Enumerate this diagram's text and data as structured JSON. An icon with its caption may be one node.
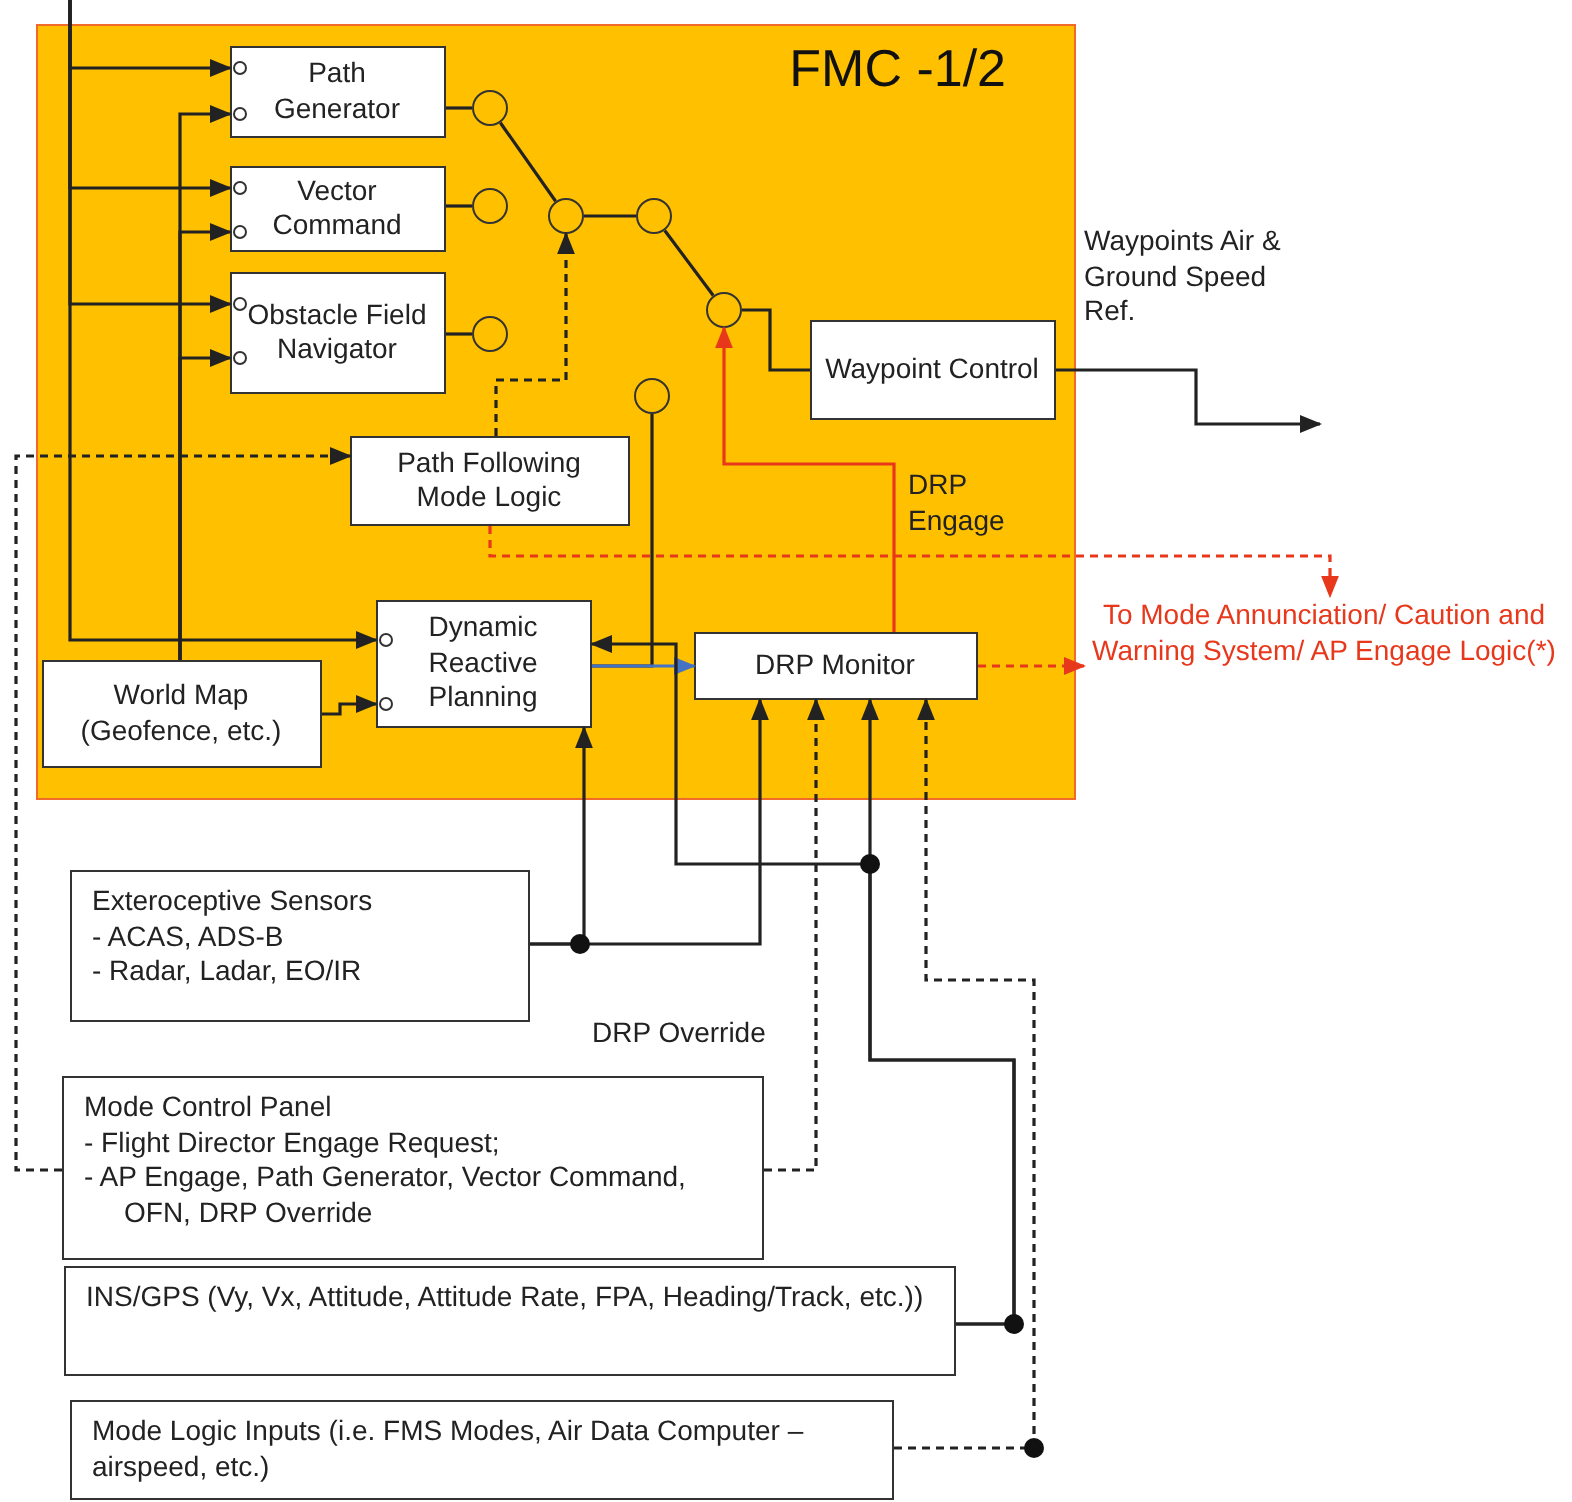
{
  "diagram": {
    "nodes": [
      {
        "text": [
          "FMC -1/2"
        ]
      },
      {
        "text": [
          "Path Generator"
        ],
        "in": 0
      },
      {
        "text": [
          "Vector Command"
        ],
        "in": 0
      },
      {
        "text": [
          "Obstacle Field Navigator"
        ],
        "in": 0
      },
      {
        "text": [
          "Path Following Mode Logic"
        ],
        "in": 0
      },
      {
        "text": [
          "Dynamic Reactive Planning"
        ],
        "in": 0
      },
      {
        "text": [
          "DRP Monitor"
        ],
        "in": 0
      },
      {
        "text": [
          "World Map (Geofence, etc.)"
        ],
        "in": 0
      },
      {
        "text": [
          "Waypoint Control"
        ],
        "in": 0
      },
      {
        "text": [],
        "shape": "circle",
        "in": 0
      },
      {
        "text": [],
        "shape": "circle",
        "in": 0
      },
      {
        "text": [],
        "shape": "circle",
        "in": 0
      },
      {
        "text": [],
        "shape": "circle",
        "in": 0
      },
      {
        "text": [],
        "shape": "circle",
        "in": 0
      },
      {
        "text": [],
        "shape": "circle",
        "in": 0
      },
      {
        "text": [],
        "shape": "circle",
        "in": 0
      },
      {
        "text": [
          "Exteroceptive Sensors",
          "- ACAS, ADS-B",
          "- Radar, Ladar, EO/IR"
        ]
      },
      {
        "text": [
          "Mode Control Panel",
          "- Flight Director Engage Request;",
          "- AP Engage, Path Generator, Vector Command, OFN, DRP Override"
        ]
      },
      {
        "text": [
          "INS/GPS (Vy, Vx, Attitude, Attitude Rate, FPA, Heading/Track, etc.))"
        ]
      },
      {
        "text": [
          "Mode Logic Inputs (i.e. FMS Modes, Air Data Computer – airspeed, etc.)"
        ]
      },
      {
        "text": [
          "To Mode Annunciation/ Caution and Warning System/ AP Engage Logic(*)"
        ]
      }
    ],
    "edges": [
      {
        "from": null,
        "to": 1,
        "arrow": "to"
      },
      {
        "from": null,
        "to": 2,
        "arrow": "to"
      },
      {
        "from": null,
        "to": 3,
        "arrow": "to"
      },
      {
        "from": null,
        "to": 5,
        "arrow": "to"
      },
      {
        "from": 7,
        "to": 1,
        "arrow": "to"
      },
      {
        "from": 7,
        "to": 2,
        "arrow": "to"
      },
      {
        "from": 7,
        "to": 3,
        "arrow": "to"
      },
      {
        "from": 7,
        "to": 5,
        "arrow": "to"
      },
      {
        "from": 17,
        "to": 4,
        "arrow": "to",
        "style": "dashed"
      },
      {
        "from": 4,
        "to": 12,
        "arrow": "to",
        "style": "dashed"
      },
      {
        "from": 1,
        "to": 9,
        "arrow": "none"
      },
      {
        "from": 2,
        "to": 10,
        "arrow": "none"
      },
      {
        "from": 3,
        "to": 11,
        "arrow": "none"
      },
      {
        "from": 9,
        "to": 12,
        "arrow": "none"
      },
      {
        "from": 12,
        "to": 13,
        "arrow": "none"
      },
      {
        "from": 13,
        "to": 14,
        "arrow": "none"
      },
      {
        "from": 14,
        "to": 8,
        "arrow": "none"
      },
      {
        "from": 6,
        "to": 14,
        "arrow": "to",
        "label": "DRP Engage",
        "color": "#e8381c"
      },
      {
        "from": 5,
        "to": 15,
        "arrow": "none"
      },
      {
        "from": 5,
        "to": 6,
        "arrow": "to",
        "color": "#4472c4"
      },
      {
        "from": 4,
        "to": 20,
        "arrow": "to",
        "style": "dashed",
        "color": "#e8381c"
      },
      {
        "from": 6,
        "to": 20,
        "arrow": "to",
        "style": "dashed",
        "color": "#e8381c"
      },
      {
        "from": 8,
        "to": null,
        "arrow": "to",
        "label": "Waypoints Air & Ground Speed Ref."
      },
      {
        "from": 16,
        "to": 5,
        "arrow": "to"
      },
      {
        "from": 16,
        "to": 6,
        "arrow": "to"
      },
      {
        "from": 18,
        "to": 6,
        "arrow": "to"
      },
      {
        "from": 18,
        "to": 5,
        "arrow": "to"
      },
      {
        "from": 17,
        "to": 6,
        "arrow": "to",
        "label": "DRP Override",
        "style": "dashed"
      },
      {
        "from": 19,
        "to": 6,
        "arrow": "to",
        "style": "dashed"
      }
    ]
  }
}
